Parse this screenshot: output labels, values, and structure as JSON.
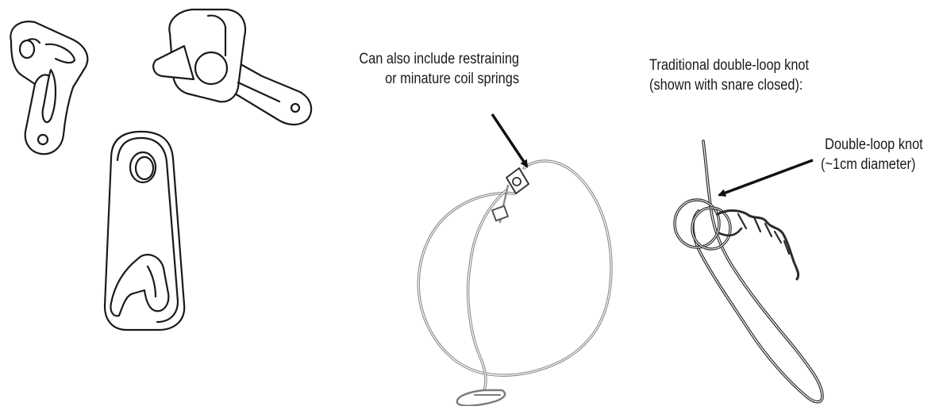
{
  "diagram": {
    "labels": {
      "coil_springs": [
        "Can also include restraining",
        "or minature coil springs"
      ],
      "traditional_knot": [
        "Traditional double-loop knot",
        "(shown with snare closed):"
      ],
      "knot_size": [
        "Double-loop knot",
        "(~1cm diameter)"
      ]
    },
    "colors": {
      "ink": "#1a1a1a",
      "cable": "#707070",
      "arrow": "#111111"
    },
    "icons": [
      "snare-lock-bent-icon",
      "snare-lock-cam-icon",
      "snare-lock-plate-icon",
      "wire-snare-loop-icon",
      "double-loop-knot-snare-icon"
    ]
  }
}
